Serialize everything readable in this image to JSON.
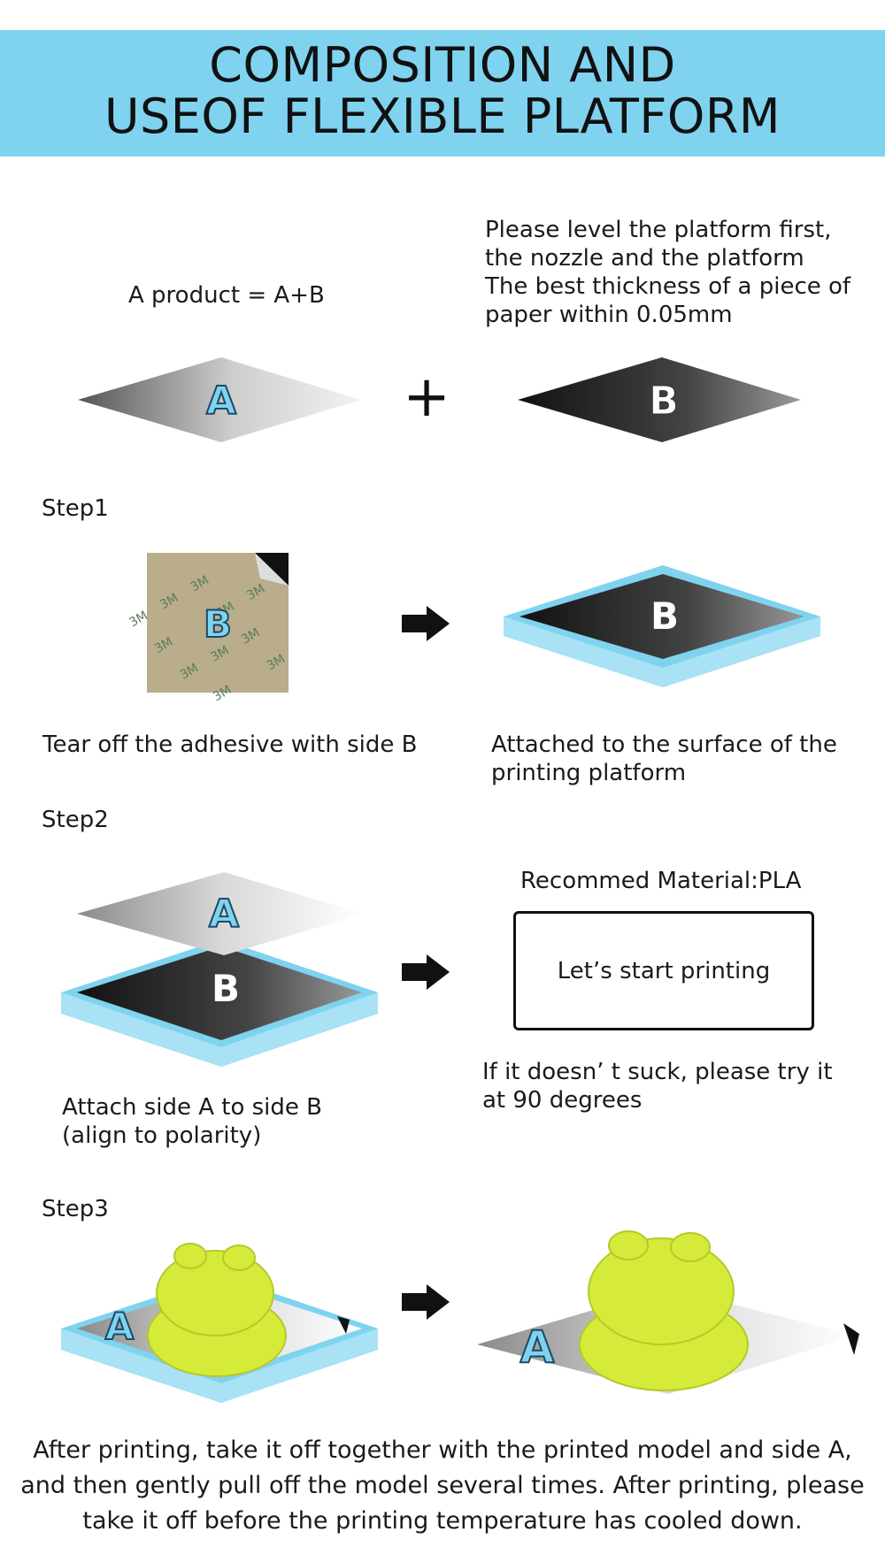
{
  "banner": {
    "line1": "COMPOSITION AND",
    "line2": "USEOF FLEXIBLE PLATFORM",
    "color": "#7fd3ef"
  },
  "intro": {
    "product": "A product = A+B",
    "level_note": "Please level the platform first,\nthe nozzle and the platform\nThe best thickness of a piece of\npaper within 0.05mm",
    "plus": "+",
    "label_a": "A",
    "label_b": "B"
  },
  "step1": {
    "title": "Step1",
    "sticker_text": "3M",
    "left_caption": "Tear off the adhesive with side B",
    "right_caption": "Attached to the surface of the\nprinting platform"
  },
  "step2": {
    "title": "Step2",
    "recommend": "Recommed Material:PLA",
    "button_label": "Let’s start printing",
    "left_caption": "Attach side A to side B\n(align to polarity)",
    "right_caption": "If it doesn’ t suck, please try it\nat 90 degrees"
  },
  "step3": {
    "title": "Step3"
  },
  "footer": {
    "line1": "After printing, take it off together with the printed model and side A,",
    "line2": "and then gently pull off the model several times. After printing, please",
    "line3": "take it off before the printing temperature has cooled down."
  },
  "colors": {
    "platform": "#7fd3ef",
    "model": "#d6ea3a",
    "dark_sheet": "#2a2a2a",
    "light_sheet": "#cfcfcf"
  },
  "icons": {
    "arrow": "right-arrow-icon",
    "plus": "plus-icon"
  }
}
